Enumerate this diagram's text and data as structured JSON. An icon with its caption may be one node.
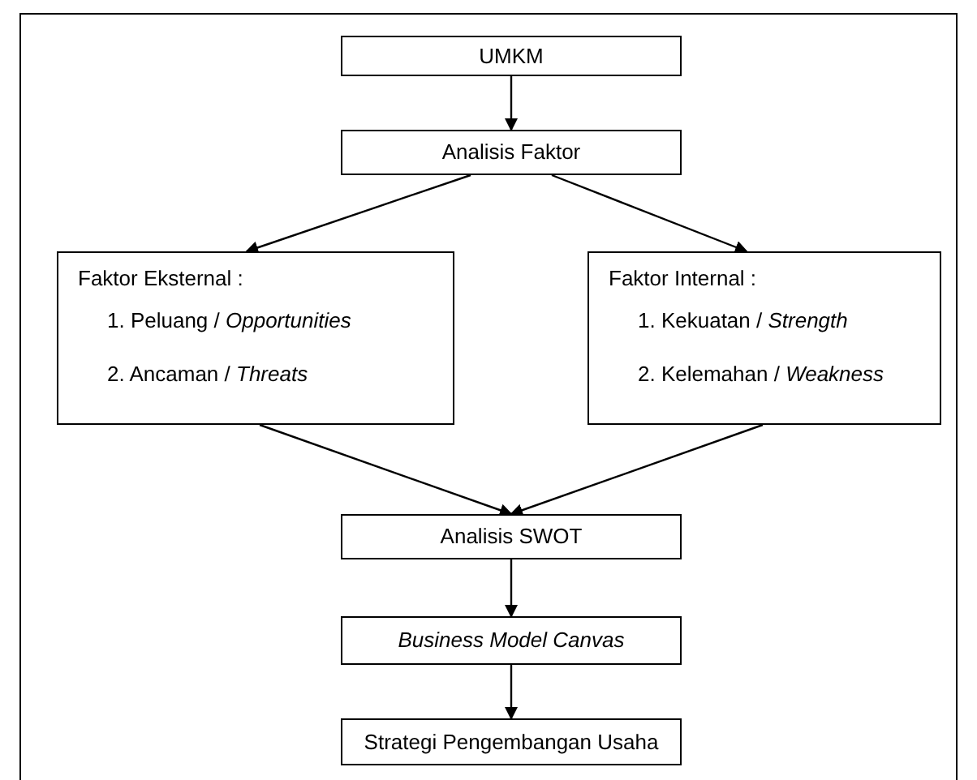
{
  "diagram": {
    "nodes": [
      {
        "text": [
          "UMKM"
        ]
      },
      {
        "text": [
          "Analisis Faktor"
        ]
      },
      {
        "text": [
          "Faktor Eksternal :",
          "1. Peluang / *Opportunities*",
          "2. Ancaman / *Threats*"
        ]
      },
      {
        "text": [
          "Faktor Internal :",
          "1. Kekuatan / *Strength*",
          "2. Kelemahan / *Weakness*"
        ]
      },
      {
        "text": [
          "Analisis SWOT"
        ]
      },
      {
        "text": [
          "Business Model Canvas"
        ]
      },
      {
        "text": [
          "Strategi Pengembangan Usaha"
        ]
      }
    ],
    "edges": [
      {
        "from": 0,
        "to": 1,
        "arrow": "to"
      },
      {
        "from": 1,
        "to": 2,
        "arrow": "to"
      },
      {
        "from": 1,
        "to": 3,
        "arrow": "to"
      },
      {
        "from": 2,
        "to": 4,
        "arrow": "to"
      },
      {
        "from": 3,
        "to": 4,
        "arrow": "to"
      },
      {
        "from": 4,
        "to": 5,
        "arrow": "to"
      },
      {
        "from": 5,
        "to": 6,
        "arrow": "to"
      }
    ]
  }
}
